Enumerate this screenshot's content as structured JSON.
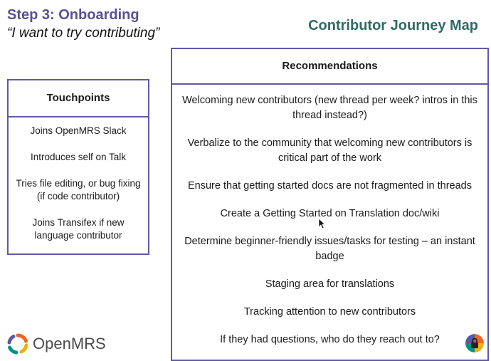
{
  "header": {
    "step_title": "Step 3: Onboarding",
    "quote": "“I want to try contributing”",
    "map_title": "Contributor Journey Map"
  },
  "touchpoints": {
    "title": "Touchpoints",
    "items": [
      "Joins OpenMRS Slack",
      "Introduces self on Talk",
      "Tries  file editing, or bug fixing (if code contributor)",
      "Joins Transifex if new language contributor"
    ]
  },
  "recommendations": {
    "title": "Recommendations",
    "items": [
      "Welcoming new contributors (new thread per week? intros in this thread instead?)",
      "Verbalize to the community that welcoming new contributors is critical part of the work",
      "Ensure that getting started docs are not fragmented in threads",
      "Create a Getting Started on Translation doc/wiki",
      "Determine beginner-friendly issues/tasks for testing – an instant badge",
      "Staging area for translations",
      "Tracking attention to new contributors",
      "If they had questions, who do they reach out to?"
    ]
  },
  "footer": {
    "logo_text": "OpenMRS",
    "logo_icon": "openmrs-logo-icon",
    "badge_icon": "lock-icon"
  },
  "colors": {
    "step_title": "#5b4f96",
    "map_title": "#2e6b66",
    "box_border": "#5f5aa6"
  }
}
